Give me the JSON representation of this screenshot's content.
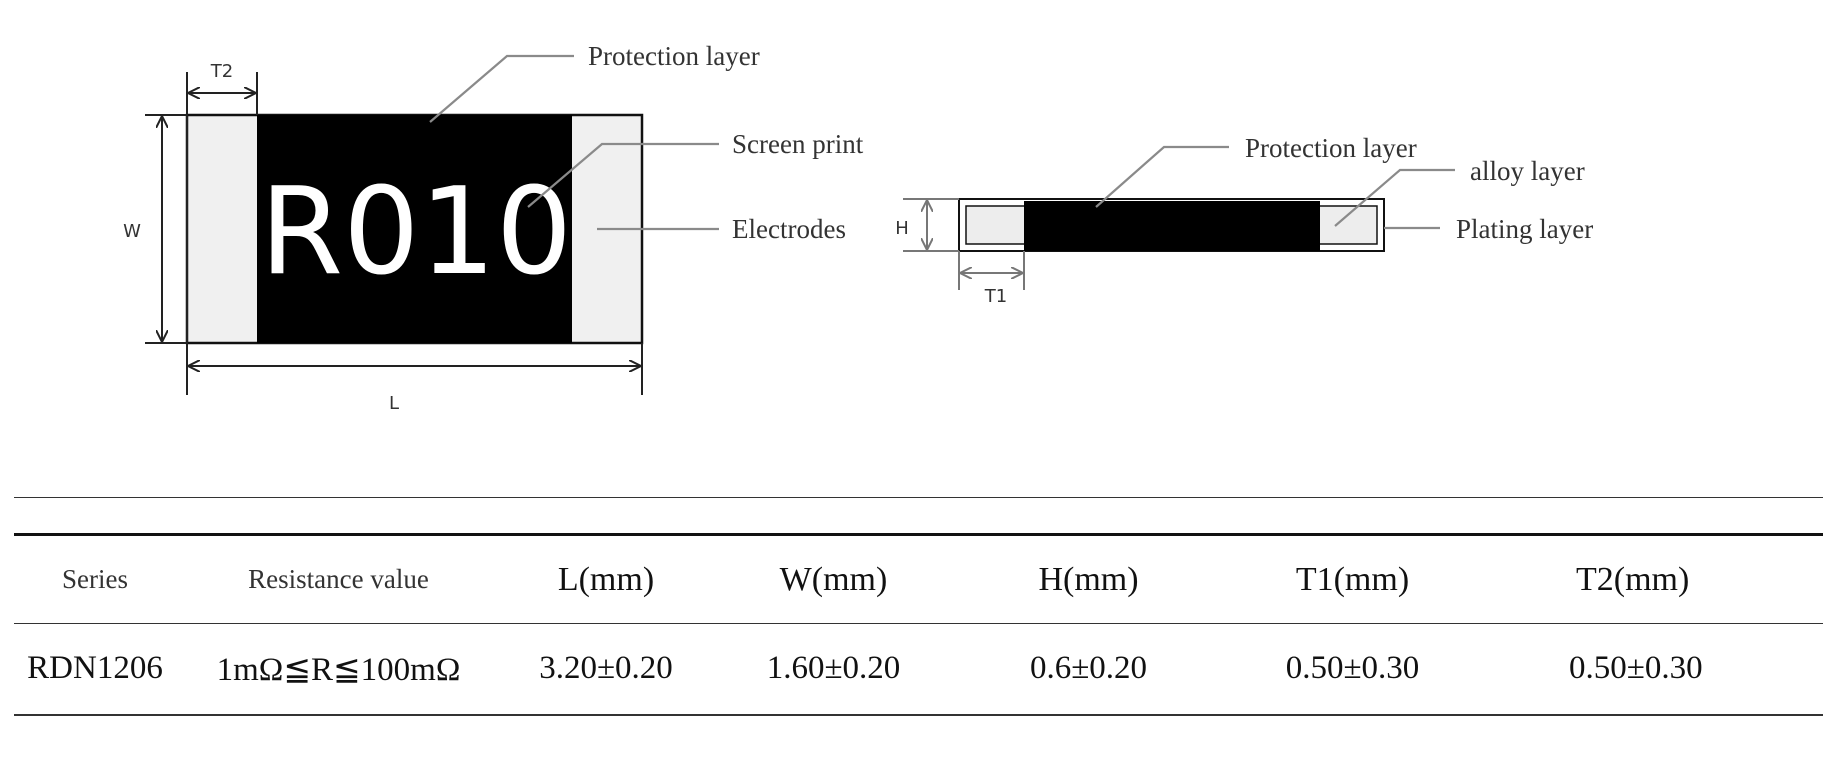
{
  "diagram": {
    "chip_marking": "R010",
    "top_view": {
      "callouts": {
        "protection_layer": "Protection layer",
        "screen_print": "Screen print",
        "electrodes": "Electrodes"
      },
      "dimensions": {
        "t2": "T2",
        "w": "W",
        "l": "L"
      }
    },
    "side_view": {
      "callouts": {
        "protection_layer": "Protection layer",
        "alloy_layer": "alloy layer",
        "plating_layer": "Plating layer"
      },
      "dimensions": {
        "h": "H",
        "t1": "T1"
      }
    }
  },
  "table": {
    "headers": [
      "Series",
      "Resistance value",
      "L(mm)",
      "W(mm)",
      "H(mm)",
      "T1(mm)",
      "T2(mm)"
    ],
    "rows": [
      [
        "RDN1206",
        "1mΩ≦R≦100mΩ",
        "3.20±0.20",
        "1.60±0.20",
        "0.6±0.20",
        "0.50±0.30",
        "0.50±0.30"
      ]
    ]
  }
}
